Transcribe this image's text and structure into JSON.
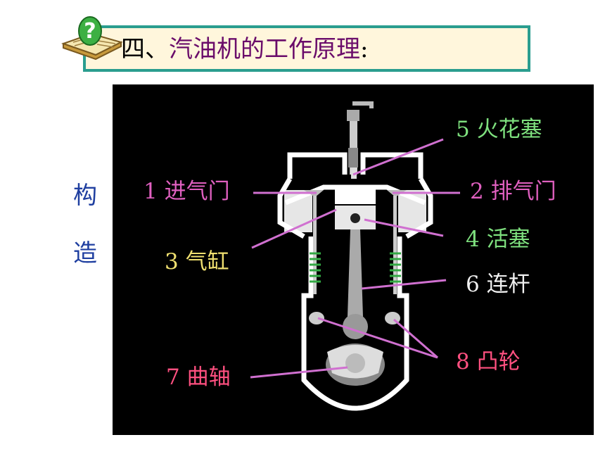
{
  "header": {
    "title_prefix": "四、",
    "title_main": "汽油机的工作原理",
    "title_colon": ":",
    "icon": "book-question-icon"
  },
  "side": {
    "char1": "构",
    "char2": "造"
  },
  "labels": {
    "spark_plug": "5 火花塞",
    "intake_valve": "1 进气门",
    "exhaust_valve": "2 排气门",
    "piston": "4 活塞",
    "cylinder": "3 气缸",
    "connecting_rod": "6 连杆",
    "cam": "8 凸轮",
    "crankshaft": "7 曲轴"
  },
  "colors": {
    "spark_plug": "#7ee07e",
    "intake_valve": "#e060c0",
    "exhaust_valve": "#e060c0",
    "piston": "#7ee07e",
    "cylinder": "#f0e070",
    "connecting_rod": "#f0f0f0",
    "cam": "#ff5080",
    "crankshaft": "#ff5080",
    "leader_line": "#d070d0",
    "frame": "#2a9d8f",
    "title_bg": "#fff6dc",
    "side_text": "#1f3fa0"
  }
}
